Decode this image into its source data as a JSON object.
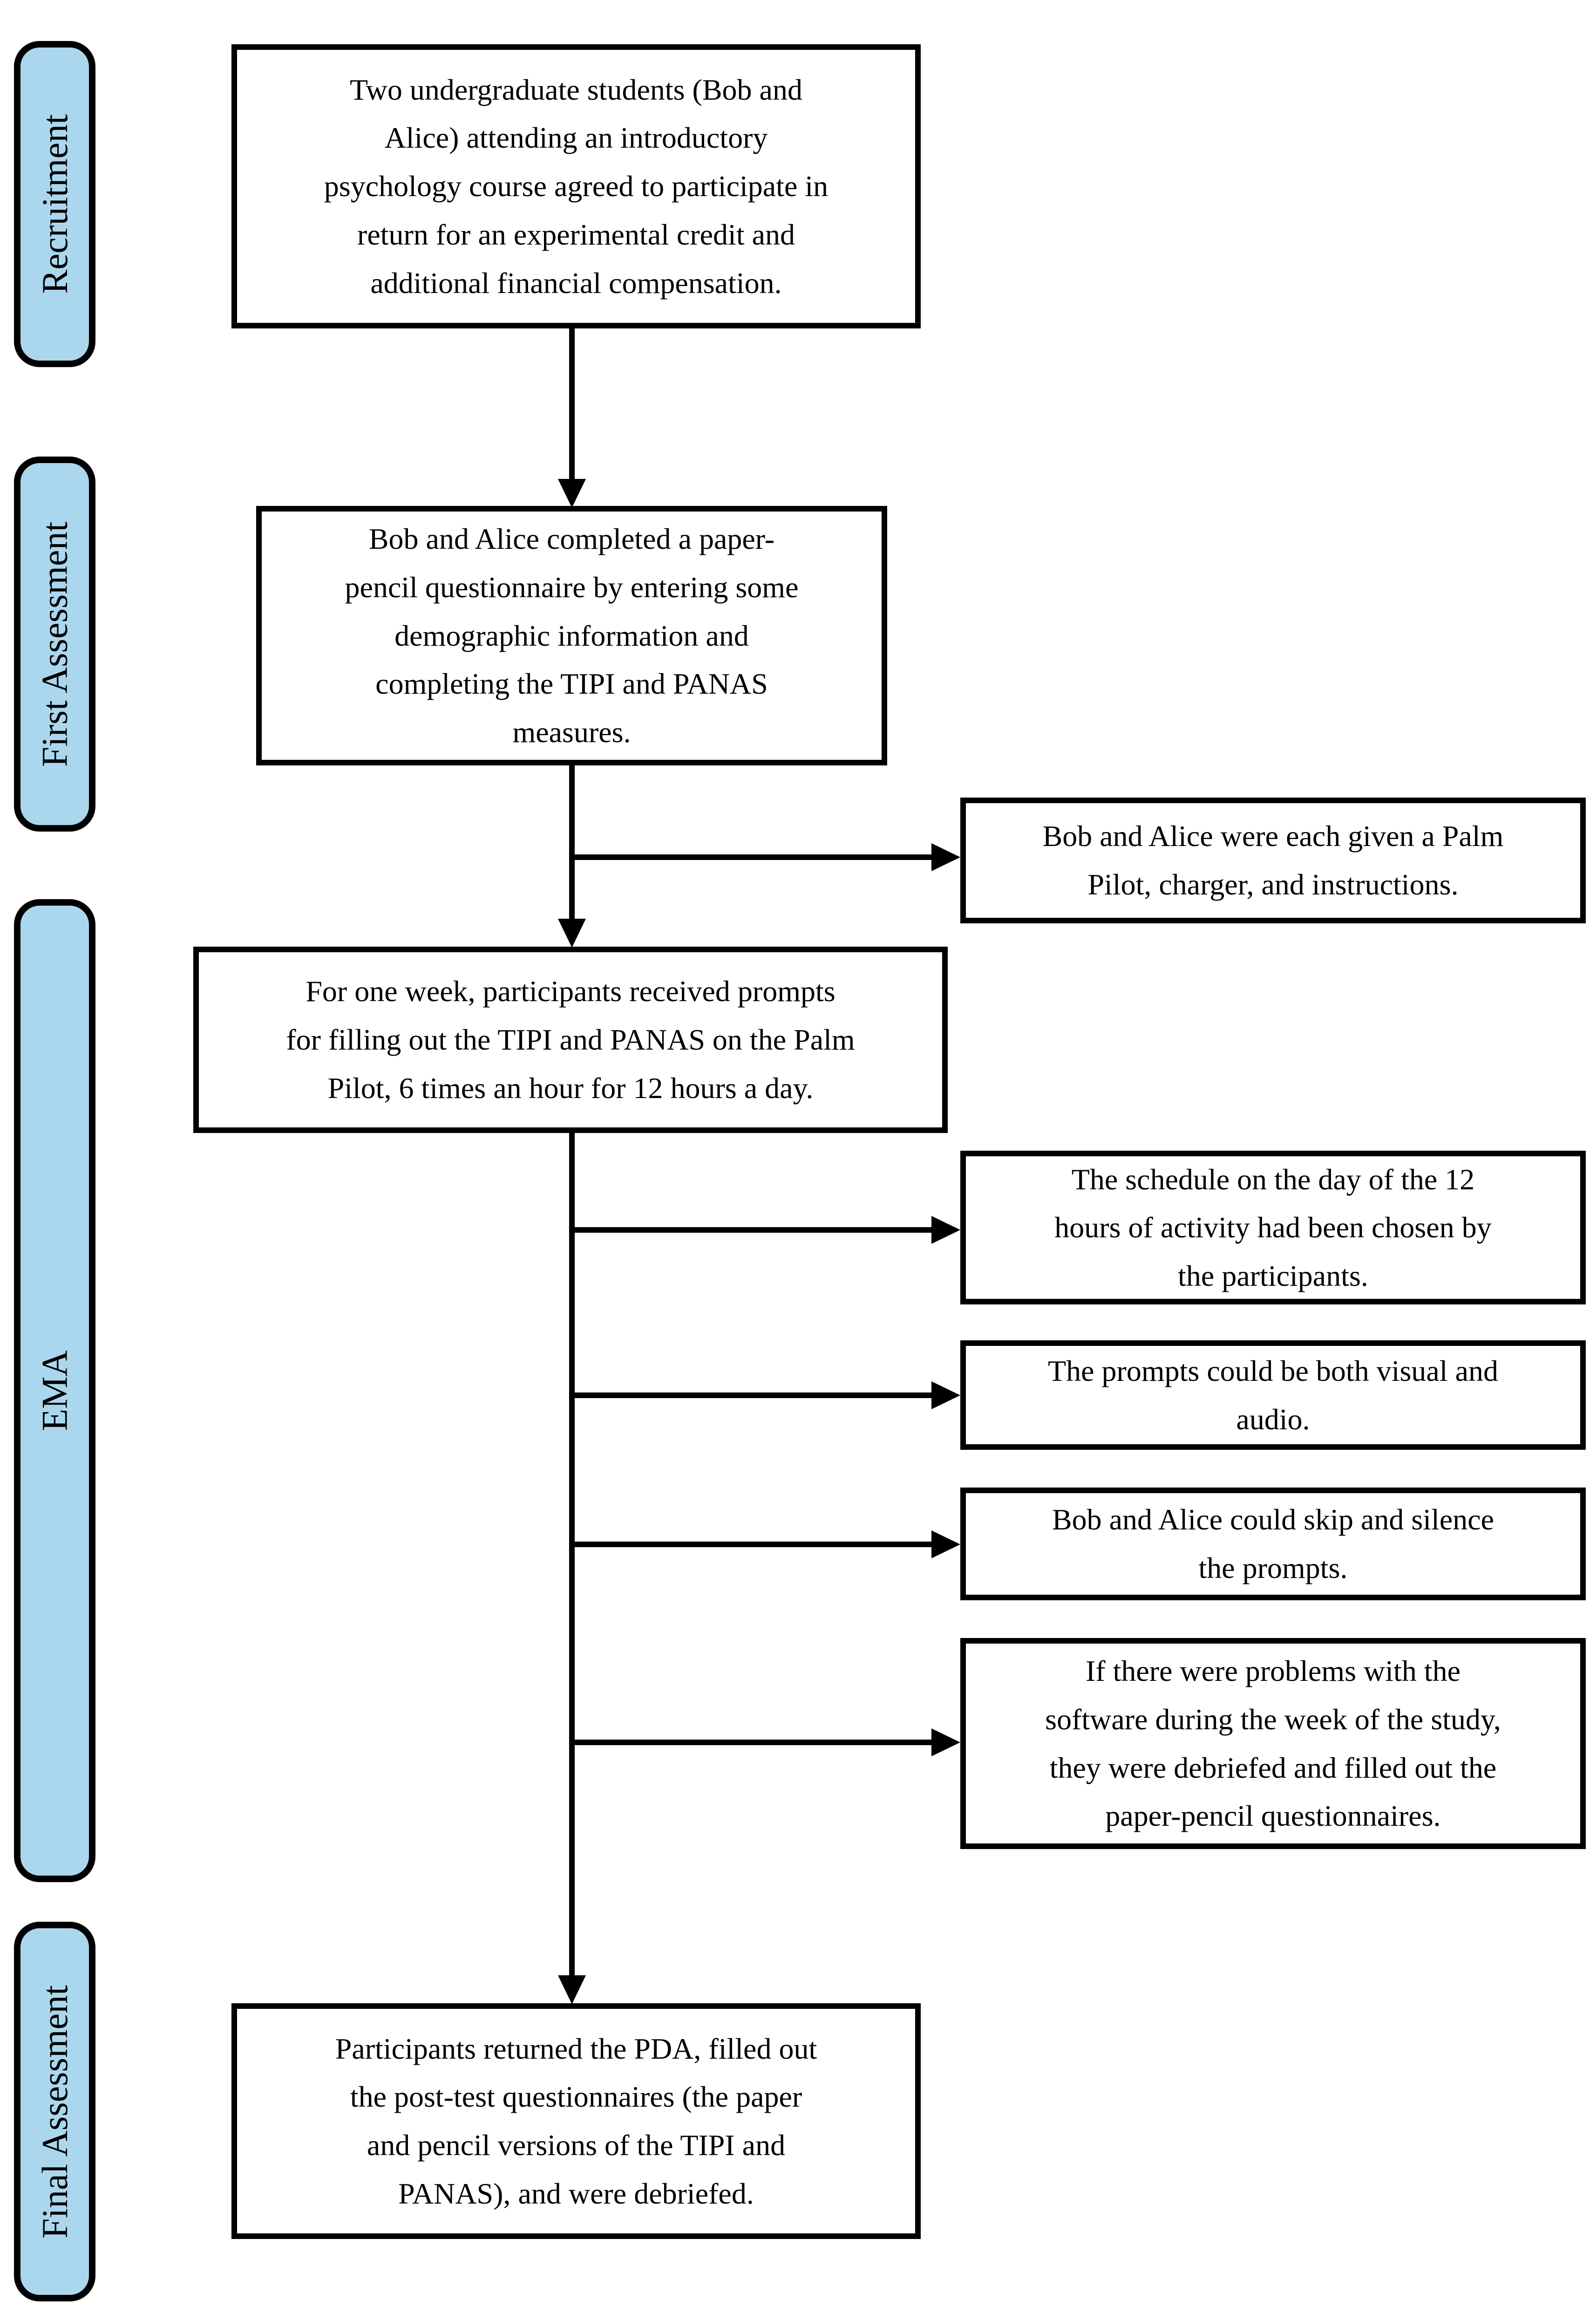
{
  "figure": {
    "type": "flowchart",
    "description": "Study procedure flow diagram with phase labels and side notes"
  },
  "colors": {
    "phase_fill": "#abd7ee",
    "stroke": "#000000",
    "box_fill": "#ffffff"
  },
  "phases": [
    {
      "label": "Recruitment"
    },
    {
      "label": "First Assessment"
    },
    {
      "label": "EMA"
    },
    {
      "label": "Final Assessment"
    }
  ],
  "main_flow": [
    {
      "text": "Two undergraduate students (Bob and\nAlice) attending an introductory\npsychology course agreed to participate in\nreturn for an experimental credit and\nadditional financial compensation."
    },
    {
      "text": "Bob and Alice completed a paper-\npencil questionnaire by entering some\ndemographic information and\ncompleting the TIPI and PANAS\nmeasures."
    },
    {
      "text": "For one week, participants received prompts\nfor filling out the TIPI and PANAS on the Palm\nPilot, 6 times an hour for 12 hours a day."
    },
    {
      "text": "Participants returned the PDA, filled out\nthe post-test questionnaires (the paper\nand pencil versions of the TIPI and\nPANAS), and were debriefed."
    }
  ],
  "side_notes": [
    {
      "text": "Bob and Alice were each given a Palm\nPilot, charger, and instructions."
    },
    {
      "text": "The schedule on the day of the 12\nhours of activity had been chosen by\nthe participants."
    },
    {
      "text": "The prompts could be both visual and\naudio."
    },
    {
      "text": "Bob and Alice could skip and silence\nthe prompts."
    },
    {
      "text": "If there were problems with the\nsoftware during the week of the study,\nthey were debriefed and filled out the\npaper-pencil questionnaires."
    }
  ]
}
